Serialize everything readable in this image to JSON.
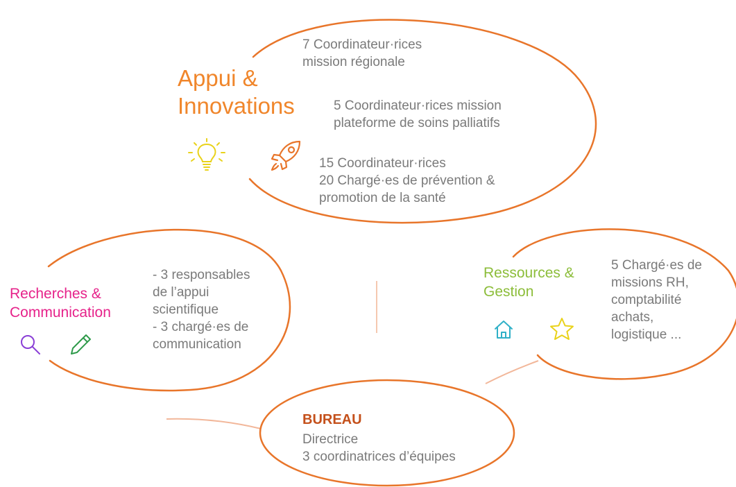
{
  "colors": {
    "ellipse_stroke": "#e8752a",
    "appui_title": "#f0862b",
    "recherches_title": "#e6228a",
    "ressources_title": "#8cbd3a",
    "bureau_title": "#c4501b",
    "body_text": "#7a7a7a",
    "connector": "#f2b79a"
  },
  "appui": {
    "title": "Appui &\nInnovations",
    "group1": "7 Coordinateur·rices\nmission régionale",
    "group2": "5 Coordinateur·rices mission\nplateforme de soins palliatifs",
    "group3": "15 Coordinateur·rices\n20 Chargé·es de prévention &\npromotion de la santé",
    "icons": [
      "lightbulb-icon",
      "rocket-icon"
    ]
  },
  "recherches": {
    "title": "Recherches &\nCommunication",
    "body": "- 3 responsables\nde l’appui\nscientifique\n- 3 chargé·es de\ncommunication",
    "icons": [
      "search-icon",
      "pencil-icon"
    ]
  },
  "ressources": {
    "title": "Ressources &\nGestion",
    "body": "5 Chargé·es de\nmissions RH,\ncomptabilité\nachats,\nlogistique ...",
    "icons": [
      "home-icon",
      "star-icon"
    ]
  },
  "bureau": {
    "title": "BUREAU",
    "body": "Directrice\n3 coordinatrices d’équipes"
  }
}
